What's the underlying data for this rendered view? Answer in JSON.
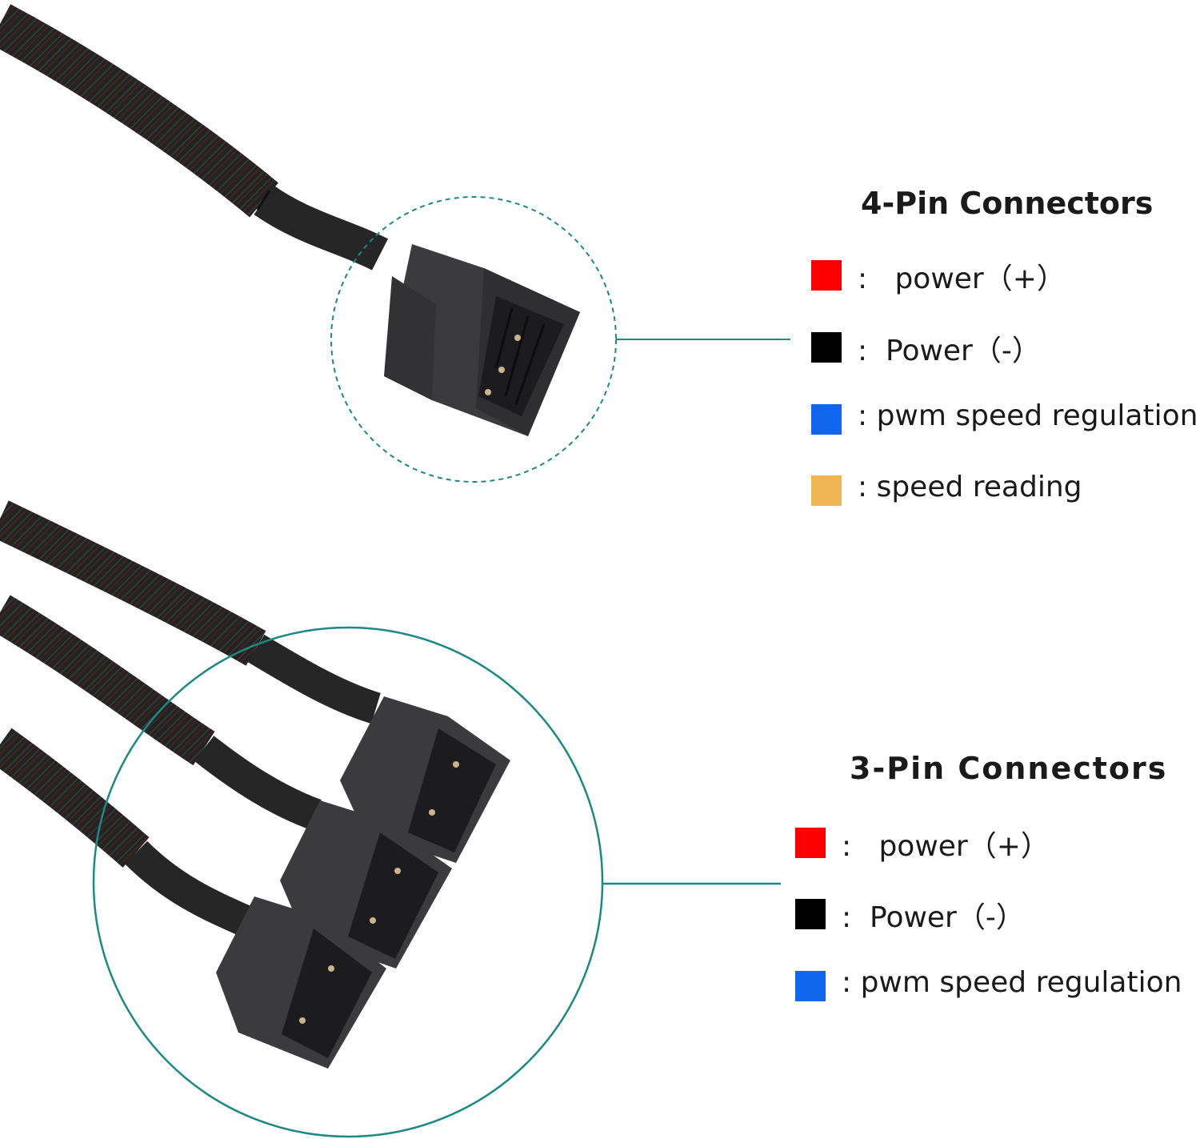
{
  "section_4pin": {
    "heading": "4-Pin Connectors",
    "items": [
      {
        "color": "#ff0000",
        "label": ":   power（+）"
      },
      {
        "color": "#000000",
        "label": ":  Power（-）"
      },
      {
        "color": "#1166ee",
        "label": ": pwm speed regulation"
      },
      {
        "color": "#f1b553",
        "label": ": speed reading"
      }
    ]
  },
  "section_3pin": {
    "heading": "3-Pin Connectors",
    "items": [
      {
        "color": "#ff0000",
        "label": ":   power（+）"
      },
      {
        "color": "#000000",
        "label": ":  Power（-）"
      },
      {
        "color": "#1166ee",
        "label": ": pwm speed regulation"
      }
    ]
  },
  "colors": {
    "callout": "#1a8a82",
    "cable": "#1e1e1e",
    "connector": "#3d3d40"
  }
}
